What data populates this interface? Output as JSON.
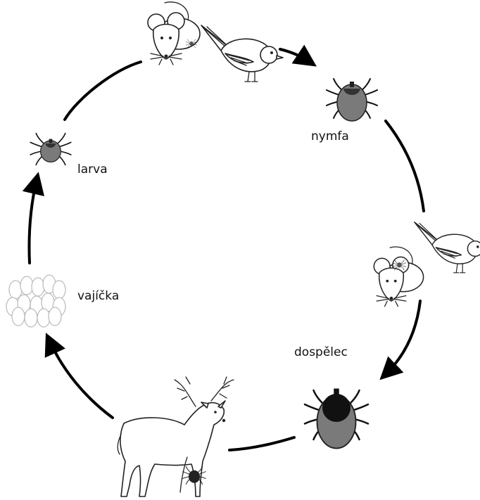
{
  "labels": {
    "nymph": "nymfa",
    "larva": "larva",
    "eggs": "vajíčka",
    "adult": "dospělec"
  },
  "colors": {
    "tick_body": "#7a7a7a",
    "tick_shield": "#111111",
    "arrow": "#000000",
    "outline": "#222222"
  },
  "icons": [
    "mouse-icon",
    "bird-icon",
    "deer-icon",
    "tick-icon",
    "eggs-icon"
  ]
}
